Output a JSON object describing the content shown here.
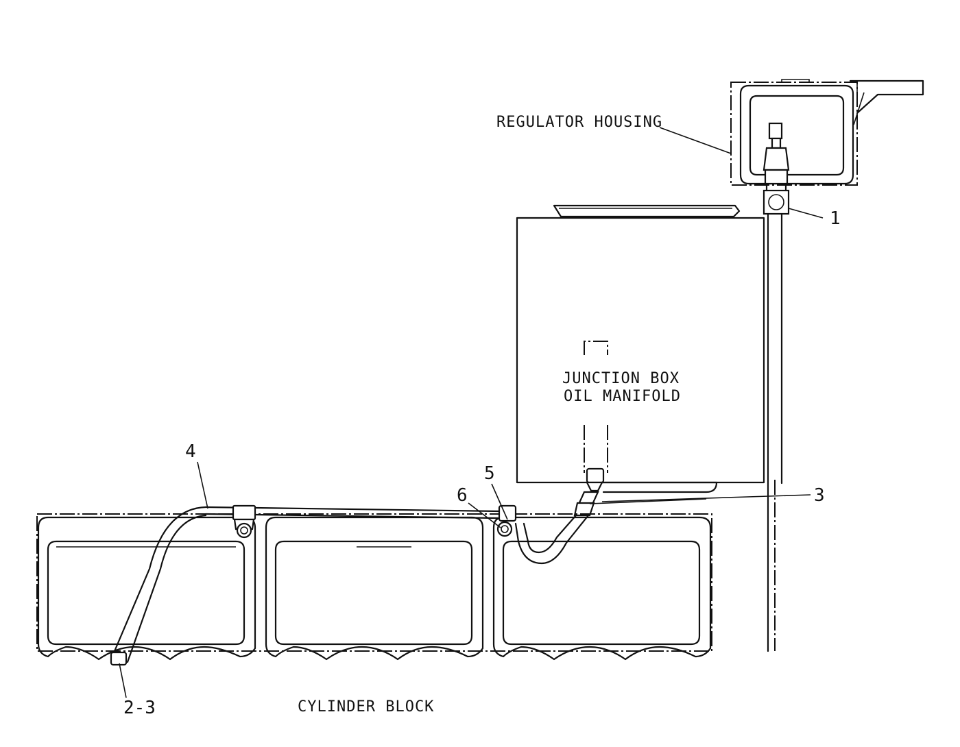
{
  "labels": {
    "regulator_housing": "REGULATOR HOUSING",
    "junction_box_line1": "JUNCTION BOX",
    "junction_box_line2": "OIL MANIFOLD",
    "cylinder_block": "CYLINDER BLOCK"
  },
  "callouts": {
    "c1": "1",
    "c2_3": "2-3",
    "c3": "3",
    "c4": "4",
    "c5": "5",
    "c6": "6"
  }
}
